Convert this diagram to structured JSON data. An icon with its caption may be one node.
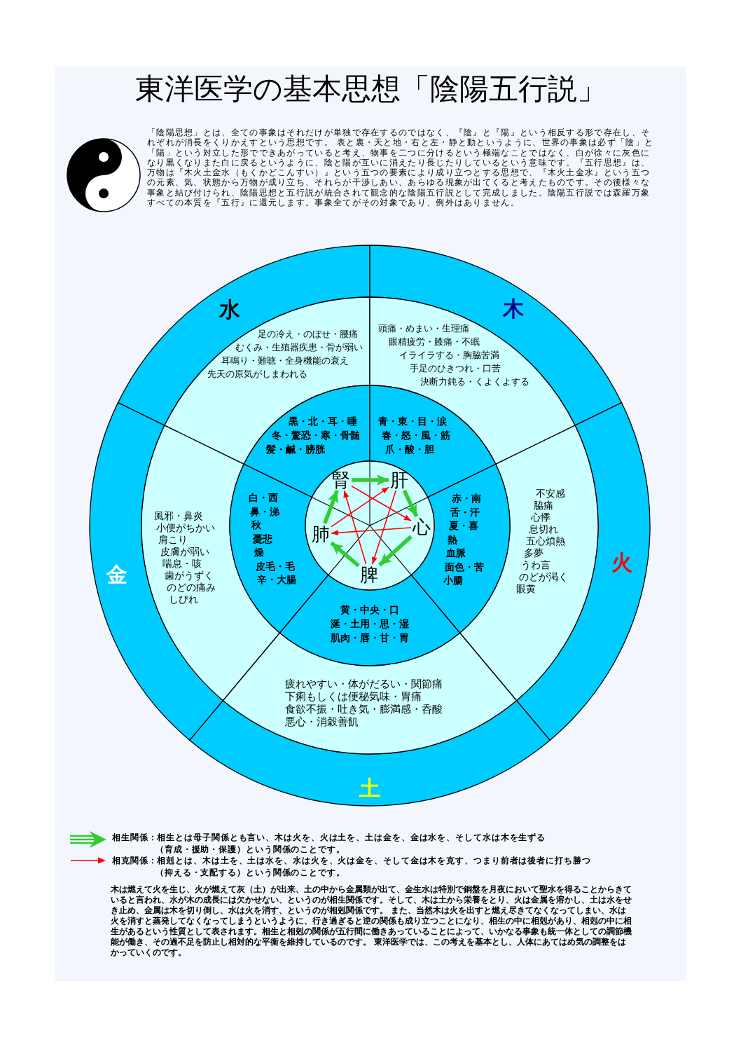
{
  "diagram": {
    "title": "東洋医学の基本思想「陰陽五行説」",
    "nodes": [
      {
        "text": [
          "水"
        ]
      },
      {
        "text": [
          "足の冷え・のぼせ・腰痛",
          "むくみ・生殖器疾患・骨が弱い",
          "耳鳴り・難聴・全身機能の衰え",
          "先天の原気がしまわれる"
        ]
      },
      {
        "text": [
          "黒・北・耳・唾",
          "冬・驚恐・寒・骨髄",
          "髪・鹹・膀胱"
        ]
      },
      {
        "text": [
          "木"
        ]
      },
      {
        "text": [
          "頭痛・めまい・生理痛",
          "眼精疲労・膝痛・不眠",
          "イライラする・胸脇苦満",
          "手足のひきつれ・口苦",
          "決断力鈍る・くよくよする"
        ]
      },
      {
        "text": [
          "青・東・目・涙",
          "春・怒・風・筋",
          "爪・酸・胆"
        ]
      },
      {
        "text": [
          "金"
        ]
      },
      {
        "text": [
          "風邪・鼻炎",
          "小便がちかい",
          "肩こり",
          "皮膚が弱い",
          "喘息・咳",
          "歯がうずく",
          "のどの痛み",
          "しびれ"
        ]
      },
      {
        "text": [
          "白・西",
          "鼻・涕",
          "秋",
          "憂悲",
          "燥",
          "皮毛・毛",
          "辛・大腸"
        ]
      },
      {
        "text": [
          "火"
        ]
      },
      {
        "text": [
          "不安感",
          "脇痛",
          "心悸",
          "息切れ",
          "五心煩熱",
          "多夢",
          "うわ言",
          "のどが渇く",
          "眼黄"
        ]
      },
      {
        "text": [
          "赤・南",
          "舌・汗",
          "夏・喜",
          "熱",
          "血脈",
          "面色・苦",
          "小腸"
        ]
      },
      {
        "text": [
          "土"
        ]
      },
      {
        "text": [
          "疲れやすい・体がだるい・関節痛",
          "下痢もしくは便秘気味・胃痛",
          "食欲不振・吐き気・膨満感・呑酸",
          "悪心・消穀善飢"
        ]
      },
      {
        "text": [
          "黄・中央・口",
          "涎・土用・思・湿",
          "肌肉・唇・甘・胃"
        ]
      },
      {
        "text": [],
        "shape": "circle"
      },
      {
        "text": [
          "腎"
        ],
        "in": 15
      },
      {
        "text": [
          "肝"
        ],
        "in": 15
      },
      {
        "text": [
          "肺"
        ],
        "in": 15
      },
      {
        "text": [
          "心"
        ],
        "in": 15
      },
      {
        "text": [
          "脾"
        ],
        "in": 15
      }
    ],
    "edges": [
      {
        "from": 16,
        "to": 17,
        "arrow": "to",
        "style": "thick",
        "color": "#33cc33"
      },
      {
        "from": 17,
        "to": 19,
        "arrow": "to",
        "style": "thick",
        "color": "#33cc33"
      },
      {
        "from": 19,
        "to": 20,
        "arrow": "to",
        "style": "thick",
        "color": "#33cc33"
      },
      {
        "from": 20,
        "to": 18,
        "arrow": "to",
        "style": "thick",
        "color": "#33cc33"
      },
      {
        "from": 18,
        "to": 16,
        "arrow": "to",
        "style": "thick",
        "color": "#33cc33"
      },
      {
        "from": 17,
        "to": 20,
        "arrow": "to",
        "color": "#ff0000"
      },
      {
        "from": 20,
        "to": 16,
        "arrow": "to",
        "color": "#ff0000"
      },
      {
        "from": 16,
        "to": 19,
        "arrow": "to",
        "color": "#ff0000"
      },
      {
        "from": 19,
        "to": 18,
        "arrow": "to",
        "color": "#ff0000"
      },
      {
        "from": 18,
        "to": 17,
        "arrow": "to",
        "color": "#ff0000"
      }
    ],
    "labels": [
      "「陰陽思想」とは、全ての事象はそれだけが単独で存在するのではなく、『陰』と『陽』という相反する形で存在し、それぞれが消長をくりかえすという思想です。 表と裏・天と地・右と左・静と動というように、世界の事象は必ず「陰」と「陽」という対立した形でできあがっていると考え、物事を二つに分けるという極端なことではなく、白が徐々に灰色になり黒くなりまた白に戻るというように、陰と陽が互いに消えたり長じたりしているという意味です。『五行思想』は、万物は『木火土金水（もくかどこんすい）』という五つの要素により成り立つとする思想で、『木火土金水』という五つの元素、気、状態から万物が成り立ち、それらが干渉しあい、あらゆる現象が出てくると考えたものです。その後様々な事象と結び付けられ、陰陽思想と五行説が統合されて観念的な陰陽五行説として完成しました。陰陽五行説では森羅万象すべての本質を『五行』に還元します。事象全てがその対象であり、例外はありません。",
      "木は燃えて火を生じ、火が燃えて灰（土）が出来、土の中から金属類が出て、金生水は特別で銅盤を月夜において聖水を得ることからきていると言われ、水が木の成長には欠かせない、というのが相生関係です。そして、木は土から栄養をとり、火は金属を溶かし、土は水をせき止め、金属は木を切り倒し、水は火を消す、というのが相剋関係です。 また、当然木は火を出すと燃え尽きてなくなってしまい、水は火を消すと蒸発してなくなってしまうというように、行き過ぎると逆の関係も成り立つことになり、相生の中に相剋があり、相剋の中に相生があるという性質として表されます。相生と相剋の関係が五行間に働きあっていることによって、いかなる事象も統一体としての調節機能が働き、その過不足を防止し相対的な平衡を維持しているのです。 東洋医学では、この考えを基本とし、人体にあてはめ気の調整をはかっていくのです。"
    ],
    "legend": [
      {
        "text": "相生関係：相生とは母子関係とも言い、木は火を、火は土を、土は金を、金は水を、そして水は木を生ずる（育成・援助・保護）という関係のことです。"
      },
      {
        "text": "相克関係：相剋とは、木は土を、土は水を、水は火を、火は金を、そして金は木を克す、つまり前者は後者に打ち勝つ（抑える・支配する）という関係のことです。"
      }
    ]
  }
}
